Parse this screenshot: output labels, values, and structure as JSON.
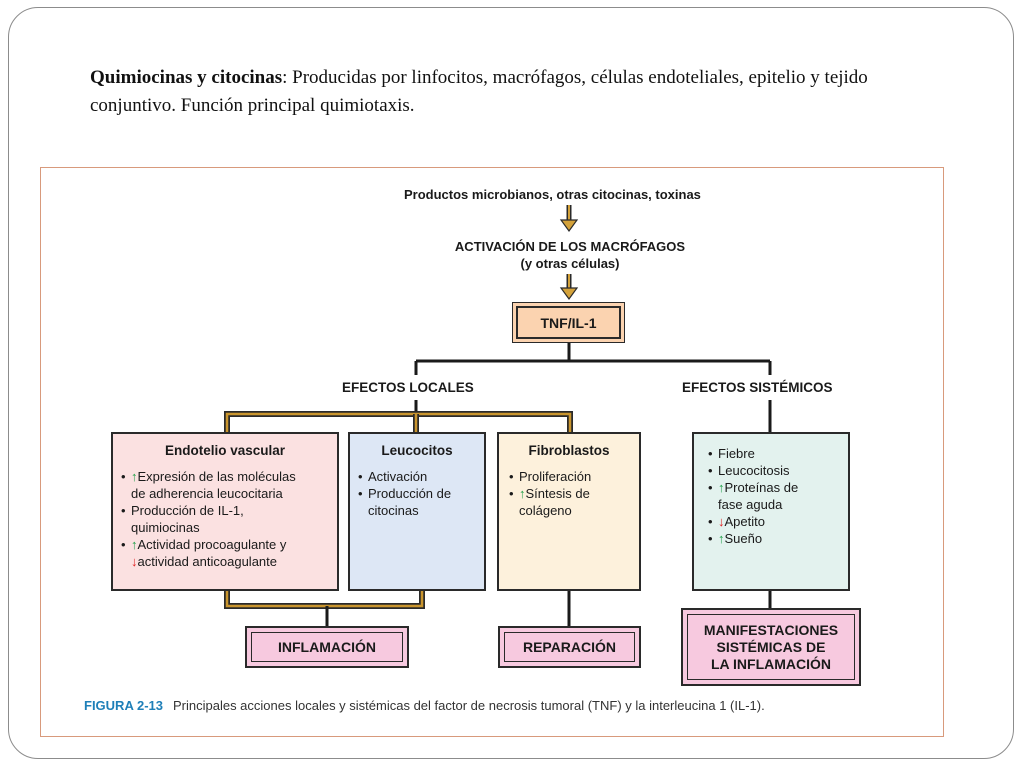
{
  "title": {
    "term": "Quimiocinas y citocinas",
    "text": ": Producidas por linfocitos, macrófagos,  células endoteliales, epitelio y tejido conjuntivo. Función principal quimiotaxis."
  },
  "diagram": {
    "top_input": "Productos microbianos, otras citocinas, toxinas",
    "activation": {
      "line1": "ACTIVACIÓN DE LOS MACRÓFAGOS",
      "line2": "(y otras células)"
    },
    "mediator": "TNF/IL-1",
    "local_effects": "EFECTOS LOCALES",
    "systemic_effects": "EFECTOS SISTÉMICOS",
    "endothelium": {
      "title": "Endotelio vascular",
      "i1a": "Expresión de las moléculas",
      "i1b": "de adherencia leucocitaria",
      "i2a": "Producción de IL-1,",
      "i2b": "quimiocinas",
      "i3a": "Actividad procoagulante y",
      "i3b": "actividad anticoagulante"
    },
    "leukocytes": {
      "title": "Leucocitos",
      "i1": "Activación",
      "i2a": "Producción de",
      "i2b": "citocinas"
    },
    "fibroblasts": {
      "title": "Fibroblastos",
      "i1": "Proliferación",
      "i2a": "Síntesis de",
      "i2b": "colágeno"
    },
    "systemic": {
      "i1": "Fiebre",
      "i2": "Leucocitosis",
      "i3a": "Proteínas de",
      "i3b": "fase aguda",
      "i4": "Apetito",
      "i5": "Sueño"
    },
    "outcomes": {
      "inflammation": "INFLAMACIÓN",
      "repair": "REPARACIÓN",
      "systemic_l1": "MANIFESTACIONES",
      "systemic_l2": "SISTÉMICAS DE",
      "systemic_l3": "LA INFLAMACIÓN"
    },
    "caption": {
      "figure_number": "FIGURA 2-13",
      "text": "Principales acciones locales y sistémicas del factor de necrosis tumoral (TNF) y la interleucina 1 (IL-1)."
    },
    "arrows": {
      "increase_icon": "↑",
      "decrease_icon": "↓"
    },
    "colors": {
      "mediator_box": "#fbd3b0",
      "endothelium_box": "#fbe1e1",
      "leukocytes_box": "#dde7f5",
      "fibroblasts_box": "#fdf1dc",
      "systemic_box": "#e3f2ee",
      "outcome_box": "#f7c9df",
      "connector": "#7a5a1a",
      "increase": "#22a04a",
      "decrease": "#e02020",
      "caption_figure": "#1e7fb8"
    }
  }
}
